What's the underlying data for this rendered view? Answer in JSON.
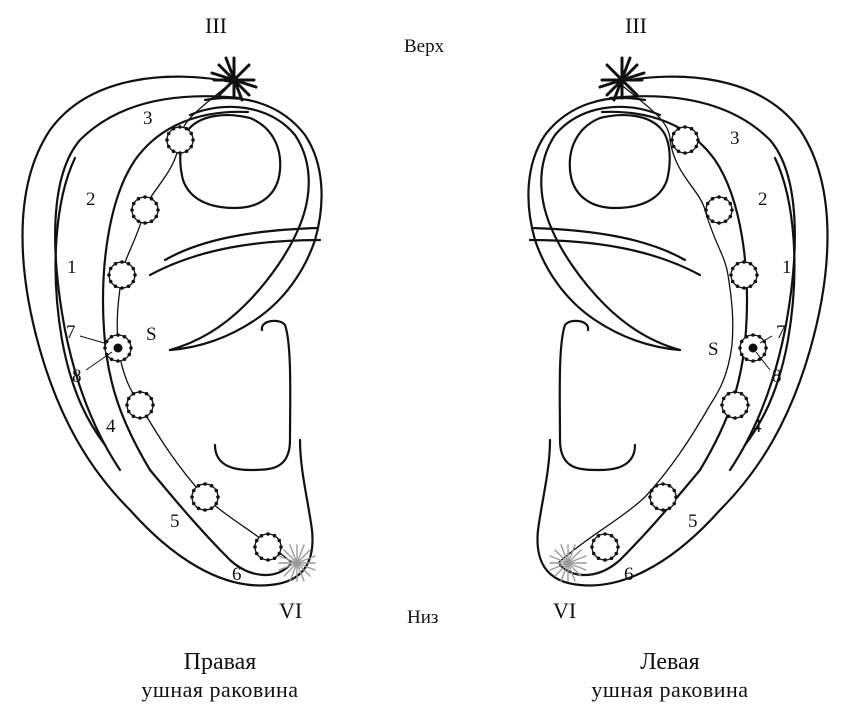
{
  "labels": {
    "top": "Верх",
    "bottom": "Низ",
    "right_ear_caption_line1": "Правая",
    "right_ear_caption_line2": "ушная раковина",
    "left_ear_caption_line1": "Левая",
    "left_ear_caption_line2": "ушная раковина"
  },
  "right_ear": {
    "top_marker": "III",
    "bottom_marker": "VI",
    "point_s": "S",
    "numbers": [
      "1",
      "2",
      "3",
      "4",
      "5",
      "6",
      "7",
      "8"
    ]
  },
  "left_ear": {
    "top_marker": "III",
    "bottom_marker": "VI",
    "point_s": "S",
    "numbers": [
      "1",
      "2",
      "3",
      "4",
      "5",
      "6",
      "7",
      "8"
    ]
  }
}
